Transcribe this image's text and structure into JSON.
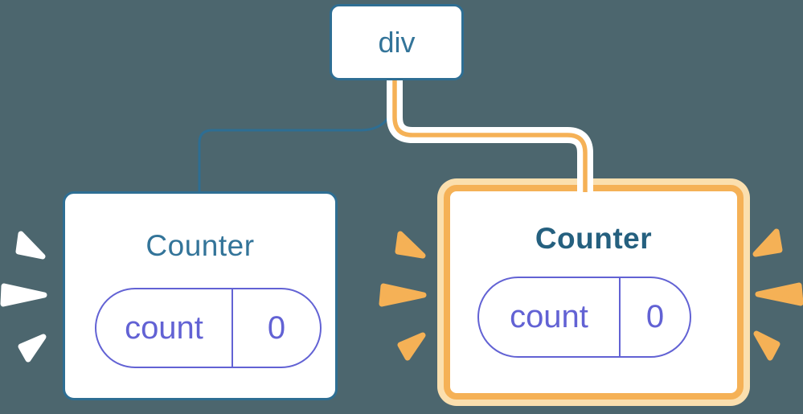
{
  "diagram": {
    "root": {
      "label": "div"
    },
    "left_counter": {
      "title": "Counter",
      "state": {
        "key": "count",
        "value": "0"
      },
      "highlighted": false
    },
    "right_counter": {
      "title": "Counter",
      "state": {
        "key": "count",
        "value": "0"
      },
      "highlighted": true
    }
  },
  "colors": {
    "background": "#4C666E",
    "blue": "#2E6E93",
    "blue_text": "#337499",
    "teal_bold": "#25607F",
    "purple": "#6262D4",
    "orange": "#F5B156",
    "cream": "#FBDFAE",
    "white": "#FFFFFF"
  }
}
